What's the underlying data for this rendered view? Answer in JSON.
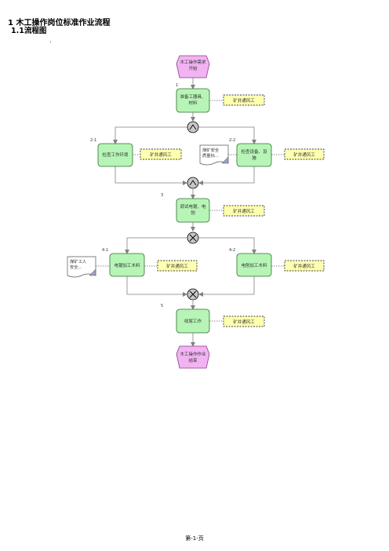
{
  "heading": {
    "title": "1  木工操作岗位标准作业流程",
    "subtitle": "1.1流程图"
  },
  "events": {
    "start": [
      "木工操作需求",
      "开始"
    ],
    "end": [
      "木工操作作业",
      "结束"
    ]
  },
  "steps": {
    "s1": {
      "number": "1",
      "label": [
        "准备工器具、",
        "材料"
      ],
      "role": "矿井通风工"
    },
    "s21": {
      "number": "2-1",
      "label": [
        "检查工作环境"
      ],
      "role": "矿井通风工"
    },
    "s22": {
      "number": "2-2",
      "label": [
        "检查设备、设",
        "施"
      ],
      "role": "矿井通风工"
    },
    "s3": {
      "number": "3",
      "label": [
        "调试电锯、电",
        "刨"
      ],
      "role": "矿井通风工"
    },
    "s41": {
      "number": "4-1",
      "label": [
        "电锯加工木料"
      ],
      "role": "矿井通风工"
    },
    "s42": {
      "number": "4-2",
      "label": [
        "电刨加工木料"
      ],
      "role": "矿井通风工"
    },
    "s5": {
      "number": "5",
      "label": [
        "收尾工作"
      ],
      "role": "矿井通风工"
    }
  },
  "documents": {
    "d22": [
      "煤矿安全",
      "质量标..."
    ],
    "d41": [
      "煤矿工人",
      "安全..."
    ]
  },
  "footer": "第-1-页",
  "colors": {
    "event_fill": "#f2b3f2",
    "event_stroke": "#8a3a8a",
    "step_fill": "#b6f5b6",
    "step_stroke": "#2f6f2f",
    "role_fill": "#ffffb0",
    "connector_fill": "#c8c8c8",
    "line": "#808080"
  }
}
